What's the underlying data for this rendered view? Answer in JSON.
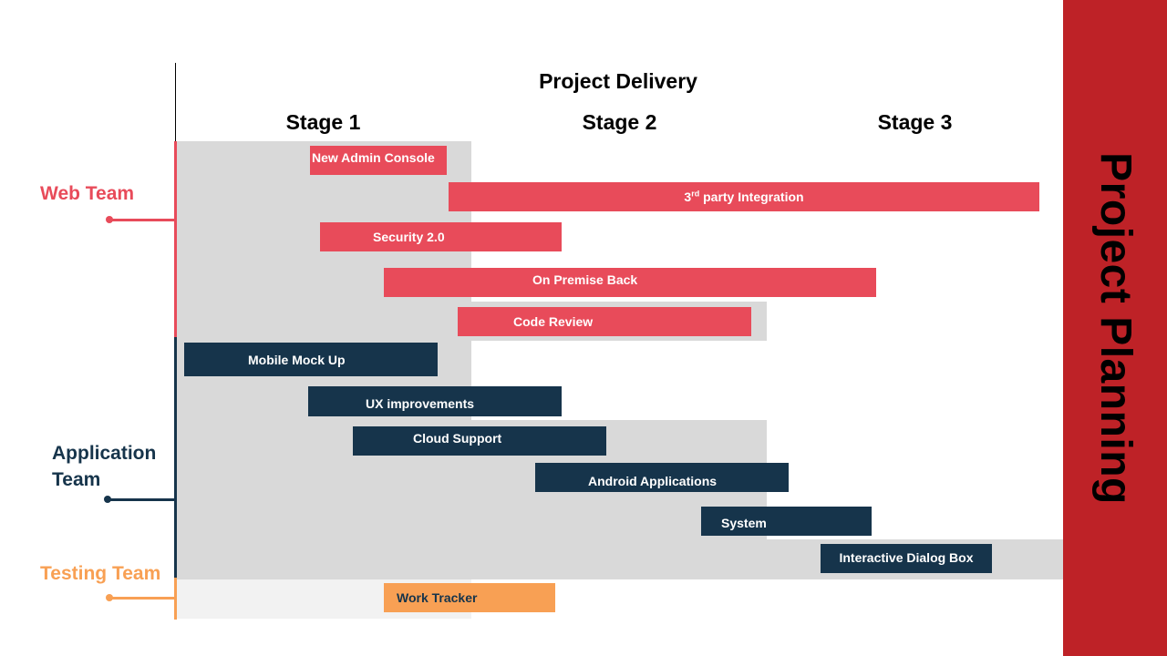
{
  "sidebar": {
    "title": "Project Planning",
    "color": "#be2227"
  },
  "header": {
    "title": "Project Delivery"
  },
  "stages": [
    "Stage 1",
    "Stage 2",
    "Stage 3"
  ],
  "teams": {
    "web": {
      "label": "Web Team",
      "color": "#e84b5a"
    },
    "app": {
      "label_line1": "Application",
      "label_line2": "Team",
      "color": "#16344b"
    },
    "test": {
      "label": "Testing Team",
      "color": "#f8a054"
    }
  },
  "tasks": {
    "web": [
      {
        "label": "New Admin Console"
      },
      {
        "label_pre": "3",
        "label_sup": "rd",
        "label_post": " party Integration"
      },
      {
        "label": "Security 2.0"
      },
      {
        "label": "On Premise Back"
      },
      {
        "label": "Code Review"
      }
    ],
    "app": [
      {
        "label": "Mobile Mock Up"
      },
      {
        "label": "UX improvements"
      },
      {
        "label": "Cloud Support"
      },
      {
        "label": "Android Applications"
      },
      {
        "label": "System"
      },
      {
        "label": "Interactive Dialog Box"
      }
    ],
    "test": [
      {
        "label": "Work Tracker"
      }
    ]
  }
}
